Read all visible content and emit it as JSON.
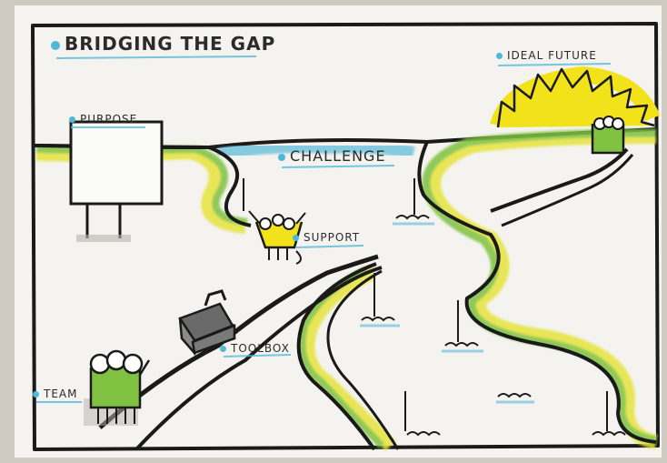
{
  "title": "BRIDGING THE GAP",
  "labels": {
    "ideal_future": "IDEAL FUTURE",
    "purpose": "PURPOSE",
    "challenge": "CHALLENGE",
    "support": "SUPPORT",
    "toolbox": "TOOLBOX",
    "team": "TEAM"
  },
  "colors": {
    "paper": "#f4f3ef",
    "ink": "#1a1a1a",
    "water": "#59b9d9",
    "grass_green": "#7fc241",
    "grass_yellow": "#e6e43c",
    "sun": "#f2e21a",
    "bullet": "#4fb8d6"
  }
}
